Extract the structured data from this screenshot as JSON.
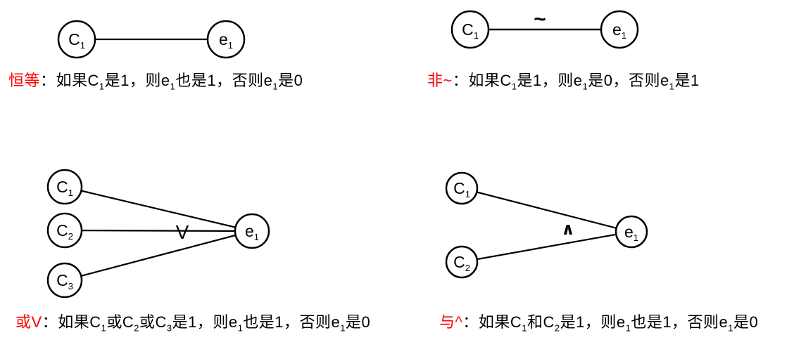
{
  "page": {
    "background": "#ffffff",
    "ink": "#000000",
    "accent_red": "#ff0000"
  },
  "diagrams": [
    {
      "name": "identity",
      "nodes": [
        {
          "label": "C",
          "sub": "1"
        },
        {
          "label": "e",
          "sub": "1"
        }
      ],
      "edge_symbol": "",
      "caption": {
        "keyword": "恒等",
        "colon": "：",
        "parts": [
          {
            "t": "如果C"
          },
          {
            "t": "1",
            "sub": true
          },
          {
            "t": "是1，则e"
          },
          {
            "t": "1",
            "sub": true
          },
          {
            "t": "也是1，否则e"
          },
          {
            "t": "1",
            "sub": true
          },
          {
            "t": "是0"
          }
        ]
      }
    },
    {
      "name": "not",
      "nodes": [
        {
          "label": "C",
          "sub": "1"
        },
        {
          "label": "e",
          "sub": "1"
        }
      ],
      "edge_symbol": "~",
      "caption": {
        "keyword": "非~",
        "colon": "：",
        "parts": [
          {
            "t": "如果C"
          },
          {
            "t": "1",
            "sub": true
          },
          {
            "t": "是1，则e"
          },
          {
            "t": "1",
            "sub": true
          },
          {
            "t": "是0，否则e"
          },
          {
            "t": "1",
            "sub": true
          },
          {
            "t": "是1"
          }
        ]
      }
    },
    {
      "name": "or",
      "nodes": [
        {
          "label": "C",
          "sub": "1"
        },
        {
          "label": "C",
          "sub": "2"
        },
        {
          "label": "C",
          "sub": "3"
        },
        {
          "label": "e",
          "sub": "1"
        }
      ],
      "edge_symbol": "V",
      "caption": {
        "keyword": "或V",
        "colon": "：",
        "parts": [
          {
            "t": "如果C"
          },
          {
            "t": "1",
            "sub": true
          },
          {
            "t": "或C"
          },
          {
            "t": "2",
            "sub": true
          },
          {
            "t": "或C"
          },
          {
            "t": "3",
            "sub": true
          },
          {
            "t": "是1，则e"
          },
          {
            "t": "1",
            "sub": true
          },
          {
            "t": "也是1，否则e"
          },
          {
            "t": "1",
            "sub": true
          },
          {
            "t": "是0"
          }
        ]
      }
    },
    {
      "name": "and",
      "nodes": [
        {
          "label": "C",
          "sub": "1"
        },
        {
          "label": "C",
          "sub": "2"
        },
        {
          "label": "e",
          "sub": "1"
        }
      ],
      "edge_symbol": "∧",
      "caption": {
        "keyword": "与^",
        "colon": "：",
        "parts": [
          {
            "t": "如果C"
          },
          {
            "t": "1",
            "sub": true
          },
          {
            "t": "和C"
          },
          {
            "t": "2",
            "sub": true
          },
          {
            "t": "是1，则e"
          },
          {
            "t": "1",
            "sub": true
          },
          {
            "t": "也是1，否则e"
          },
          {
            "t": "1",
            "sub": true
          },
          {
            "t": "是0"
          }
        ]
      }
    }
  ]
}
